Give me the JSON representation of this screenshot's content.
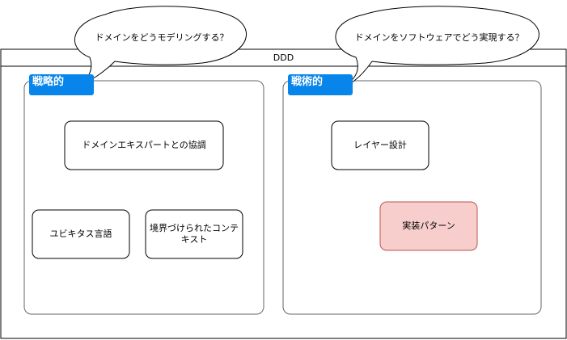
{
  "frame": {
    "title": "DDD"
  },
  "strategic": {
    "tag": "戦略的",
    "bubble": "ドメインをどうモデリングする？",
    "boxes": [
      "ドメインエキスパートとの協調",
      "ユビキタス言語",
      "境界づけられたコンテキスト"
    ]
  },
  "tactical": {
    "tag": "戦術的",
    "bubble": "ドメインをソフトウェアでどう実現する？",
    "boxes": [
      "レイヤー設計",
      "実装パターン"
    ]
  },
  "colors": {
    "tag_blue": "#0785ea",
    "highlight_fill": "#f8cecc",
    "highlight_stroke": "#b85450"
  }
}
